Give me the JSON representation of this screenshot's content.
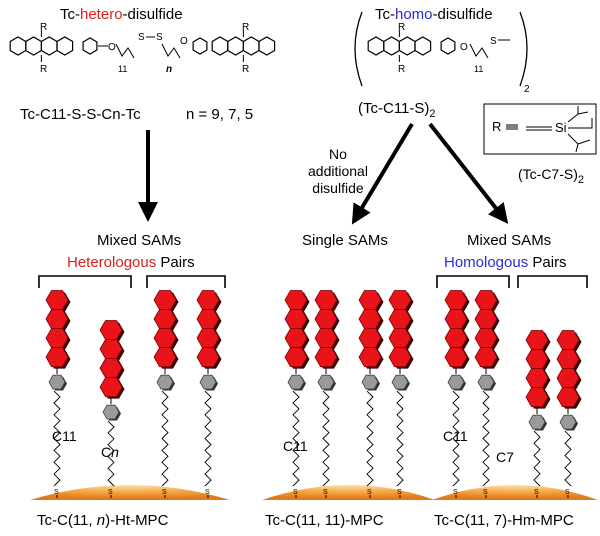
{
  "hetero": {
    "title_prefix": "Tc-",
    "title_highlight": "hetero",
    "title_suffix": "-disulfide",
    "formula": "Tc-C11-S-S-Cn-Tc",
    "n_values": "n = 9, 7, 5",
    "sub_11": "11",
    "sub_n": "n"
  },
  "homo": {
    "title_prefix": "Tc-",
    "title_highlight": "homo",
    "title_suffix": "-disulfide",
    "formula": "(Tc-C11-S)",
    "formula_sub": "2",
    "sub_11": "11",
    "bracket_sub": "2",
    "second_formula": "(Tc-C7-S)",
    "second_sub": "2",
    "inset_R": "R",
    "inset_Si": "Si"
  },
  "atoms": {
    "R": "R",
    "O": "O",
    "S": "S"
  },
  "arrows": {
    "no_disulfide_line1": "No",
    "no_disulfide_line2": "additional",
    "no_disulfide_line3": "disulfide"
  },
  "panels": [
    {
      "heading": "Mixed SAMs",
      "pair_highlight": "Heterologous",
      "pair_suffix": " Pairs",
      "label_a": "C11",
      "label_b": "Cn",
      "caption_prefix": "Tc-C(11, ",
      "caption_italic": "n",
      "caption_suffix": ")-Ht-MPC"
    },
    {
      "heading": "Single SAMs",
      "label_a": "C11",
      "caption": "Tc-C(11, 11)-MPC"
    },
    {
      "heading": "Mixed SAMs",
      "pair_highlight": "Homologous",
      "pair_suffix": " Pairs",
      "label_a": "C11",
      "label_b": "C7",
      "caption": "Tc-C(11, 7)-Hm-MPC"
    }
  ],
  "colors": {
    "hetero_red": "#e0201a",
    "homo_blue": "#2b2bd0",
    "tetracene_red": "#e8141a",
    "phenyl_gray": "#9a9a9a",
    "surface_orange": "#f0a040"
  }
}
